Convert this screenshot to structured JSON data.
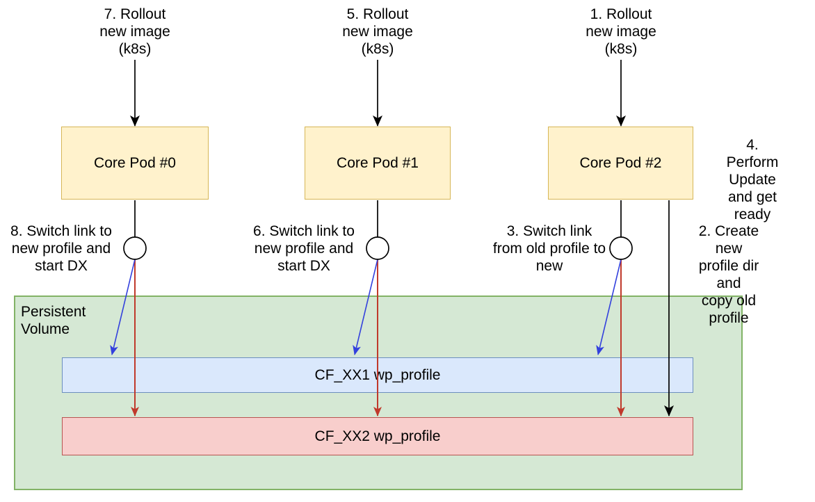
{
  "diagram": {
    "rollout_labels": [
      "7. Rollout\nnew image\n(k8s)",
      "5. Rollout\nnew image\n(k8s)",
      "1. Rollout\nnew image\n(k8s)"
    ],
    "pods": [
      "Core Pod #0",
      "Core Pod #1",
      "Core Pod #2"
    ],
    "side_labels": {
      "step8": "8. Switch link to\nnew profile and\nstart DX",
      "step6": "6. Switch link to\nnew profile and\nstart DX",
      "step3": "3. Switch link\nfrom old profile to\nnew",
      "step4": "4. Perform\nUpdate and get\nready",
      "step2": "2. Create new\nprofile dir and\ncopy old profile"
    },
    "persistent_volume_label": "Persistent\nVolume",
    "profiles": [
      "CF_XX1 wp_profile",
      "CF_XX2 wp_profile"
    ],
    "colors": {
      "pod_fill": "#FFF2CC",
      "pod_border": "#D6B656",
      "volume_fill": "#D5E8D4",
      "volume_border": "#82B366",
      "profile_new_fill": "#DAE8FC",
      "profile_new_border": "#6C8EBF",
      "profile_old_fill": "#F8CECC",
      "profile_old_border": "#B85450",
      "arrow_black": "#000000",
      "arrow_blue": "#3340DD",
      "arrow_red": "#C0392B"
    }
  }
}
